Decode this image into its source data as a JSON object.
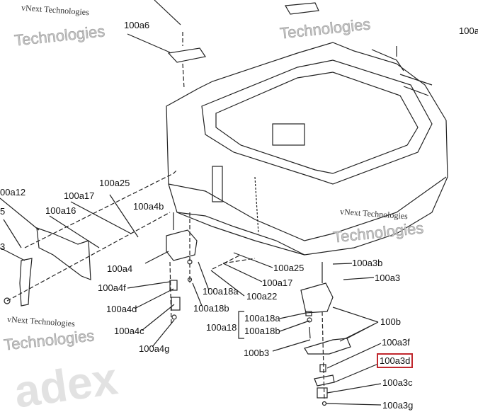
{
  "watermark": {
    "small": "vNext Technologies",
    "large": "Technologies",
    "background": "adex"
  },
  "highlight_color": "#c0272d",
  "labels": {
    "a6": "100a6",
    "top_right": "100a",
    "a12_partial": "00a12",
    "left_partial_1": "5",
    "left_partial_2": "3",
    "a17_left": "100a17",
    "a25_left": "100a25",
    "a16": "100a16",
    "a4b": "100a4b",
    "a4": "100a4",
    "a4f": "100a4f",
    "a4d": "100a4d",
    "a4c": "100a4c",
    "a4g": "100a4g",
    "a18a_left": "100a18a",
    "a18b_left": "100a18b",
    "a18": "100a18",
    "a25_right": "100a25",
    "a17_right": "100a17",
    "a22": "100a22",
    "a3b": "100a3b",
    "a3": "100a3",
    "a18a_group": "100a18a",
    "a18b_group": "100a18b",
    "b": "100b",
    "b3": "100b3",
    "a3f": "100a3f",
    "a3d": "100a3d",
    "a3c": "100a3c",
    "a3g": "100a3g"
  }
}
